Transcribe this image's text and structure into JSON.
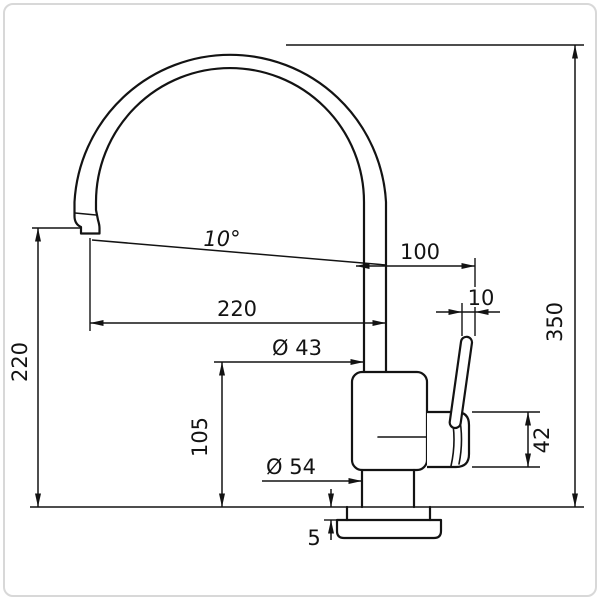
{
  "drawing": {
    "type": "technical-dimension-drawing",
    "subject": "kitchen faucet side view",
    "line_color": "#131313",
    "border_color": "#d8d8d8",
    "labels": {
      "overall_height": "350",
      "outlet_height": "220",
      "spout_reach": "220",
      "spout_to_handle_offset": "100",
      "handle_tip_offset": "10",
      "spout_angle": "10°",
      "body_diameter": "Ø 43",
      "body_height": "105",
      "base_diameter": "Ø 54",
      "handle_height": "42",
      "base_plate_height": "5"
    }
  }
}
